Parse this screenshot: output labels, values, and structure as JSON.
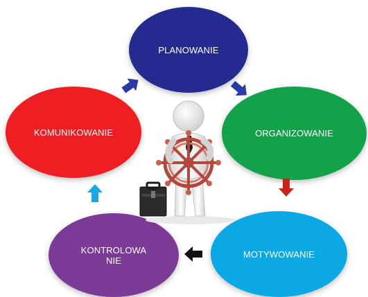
{
  "diagram": {
    "nodes": [
      {
        "id": "planowanie",
        "label": "PLANOWANIE",
        "color": "#232b8f"
      },
      {
        "id": "organizowanie",
        "label": "ORGANIZOWANIE",
        "color": "#11a24a"
      },
      {
        "id": "motywowanie",
        "label": "MOTYWOWANIE",
        "color": "#0aa9e6"
      },
      {
        "id": "kontrolowanie",
        "label": "KONTROLOWA NIE",
        "color": "#7b3a96"
      },
      {
        "id": "komunikowanie",
        "label": "KOMUNIKOWANIE",
        "color": "#ef1e23"
      }
    ],
    "arrows": [
      {
        "from": "komunikowanie",
        "to": "planowanie",
        "color": "#2a3aa6"
      },
      {
        "from": "planowanie",
        "to": "organizowanie",
        "color": "#2a3aa6"
      },
      {
        "from": "organizowanie",
        "to": "motywowanie",
        "color": "#c7241f"
      },
      {
        "from": "motywowanie",
        "to": "kontrolowanie",
        "color": "#111111"
      },
      {
        "from": "kontrolowanie",
        "to": "komunikowanie",
        "color": "#18a8e4"
      }
    ],
    "center_image": "figure-with-ship-wheel-and-briefcase"
  }
}
